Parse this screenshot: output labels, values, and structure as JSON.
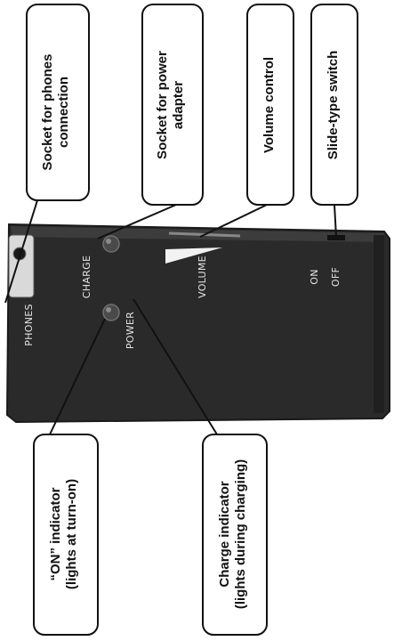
{
  "device_labels": {
    "phones": "PHONES",
    "charge": "CHARGE",
    "power": "POWER",
    "volume": "VOLUME",
    "on": "ON",
    "off": "OFF"
  },
  "callouts": {
    "phones_socket": [
      "Socket for phones",
      "connection"
    ],
    "power_socket": [
      "Socket for power",
      "adapter"
    ],
    "volume_control": [
      "Volume control"
    ],
    "slide_switch": [
      "Slide-type switch"
    ],
    "on_indicator": [
      "“ON” indicator",
      "(lights at turn-on)"
    ],
    "charge_indicator": [
      "Charge indicator",
      "(lights during charging)"
    ]
  },
  "colors": {
    "device_body": "#2b2b2b",
    "device_edge": "#3a3a3a",
    "callout_border": "#111111",
    "leader_line": "#111111",
    "label_text": "#e6e6e6"
  }
}
